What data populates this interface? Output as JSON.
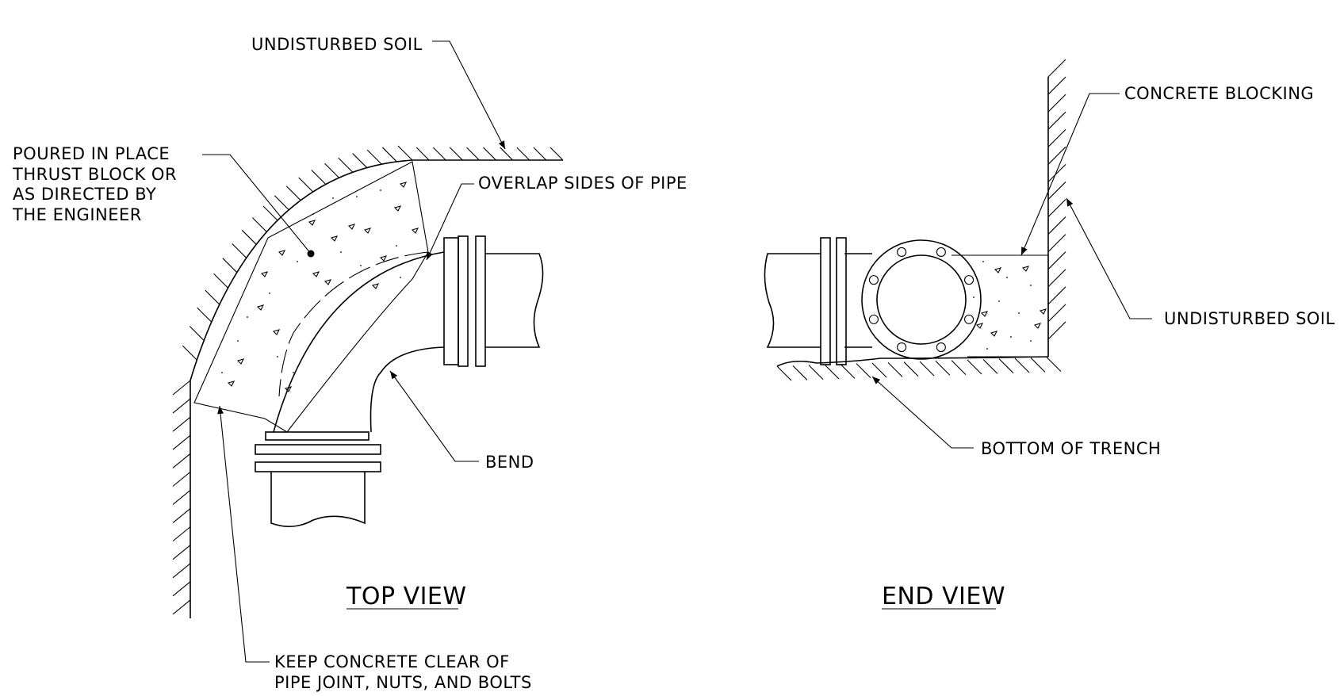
{
  "top_view": {
    "title": "TOP VIEW",
    "labels": {
      "undisturbed_soil": "UNDISTURBED SOIL",
      "thrust_block": [
        "POURED IN PLACE",
        "THRUST BLOCK OR",
        "AS DIRECTED BY",
        "THE ENGINEER"
      ],
      "overlap": "OVERLAP SIDES OF PIPE",
      "bend": "BEND",
      "keep_clear": [
        "KEEP CONCRETE CLEAR  OF",
        "PIPE JOINT, NUTS, AND BOLTS"
      ]
    }
  },
  "end_view": {
    "title": "END VIEW",
    "labels": {
      "concrete_blocking": "CONCRETE BLOCKING",
      "undisturbed_soil": "UNDISTURBED SOIL",
      "bottom_of_trench": "BOTTOM OF TRENCH"
    }
  }
}
